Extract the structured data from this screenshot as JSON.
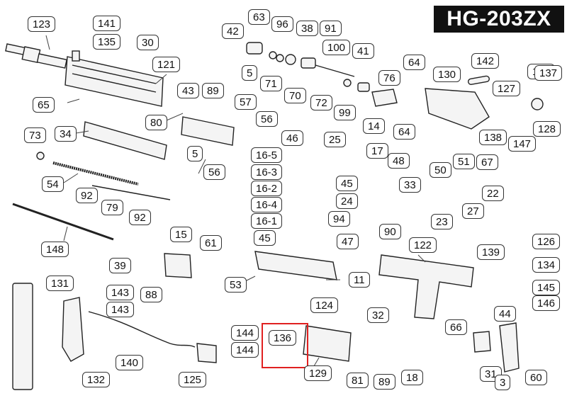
{
  "model_title": "HG-203ZX",
  "highlight_color": "#e02020",
  "part_labels": [
    "123",
    "141",
    "135",
    "30",
    "121",
    "65",
    "43",
    "89",
    "80",
    "57",
    "56",
    "5",
    "56",
    "34",
    "73",
    "54",
    "92",
    "79",
    "92",
    "148",
    "63",
    "96",
    "38",
    "91",
    "42",
    "5",
    "71",
    "70",
    "100",
    "41",
    "72",
    "99",
    "76",
    "64",
    "14",
    "64",
    "130",
    "142",
    "127",
    "133",
    "137",
    "138",
    "147",
    "128",
    "46",
    "25",
    "16-5",
    "16-3",
    "16-2",
    "16-4",
    "16-1",
    "45",
    "47",
    "17",
    "48",
    "45",
    "24",
    "33",
    "94",
    "90",
    "50",
    "51",
    "67",
    "22",
    "23",
    "27",
    "15",
    "61",
    "39",
    "88",
    "53",
    "11",
    "122",
    "139",
    "126",
    "134",
    "145",
    "146",
    "131",
    "143",
    "143",
    "132",
    "140",
    "144",
    "144",
    "125",
    "136",
    "129",
    "124",
    "32",
    "81",
    "89",
    "18",
    "66",
    "44",
    "31",
    "3",
    "60"
  ]
}
